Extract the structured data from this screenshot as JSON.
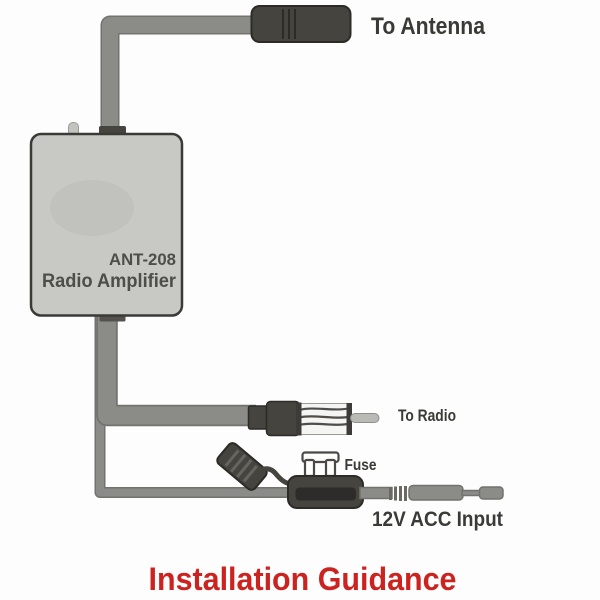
{
  "device": {
    "model": "ANT-208",
    "name": "Radio Amplifier"
  },
  "labels": {
    "to_antenna": "To Antenna",
    "to_radio": "To Radio",
    "fuse": "Fuse",
    "power_input": "12V ACC Input"
  },
  "title": "Installation Guidance",
  "icons": {
    "antenna_plug": "antenna-plug-icon",
    "radio_plug": "radio-plug-icon",
    "fuse_holder": "fuse-holder-icon",
    "power_plug": "power-plug-icon"
  },
  "colors": {
    "background": "#fdfdfd",
    "cable": "#8b8b87",
    "cable_outline": "#72726e",
    "connector": "#45443f",
    "connector_edge": "#2c2b28",
    "device_fill": "#c8c8c5",
    "device_border": "#3a3a37",
    "device_text": "#4d4d4a",
    "label_text": "#3a3a37",
    "title_red": "#cb2420"
  }
}
